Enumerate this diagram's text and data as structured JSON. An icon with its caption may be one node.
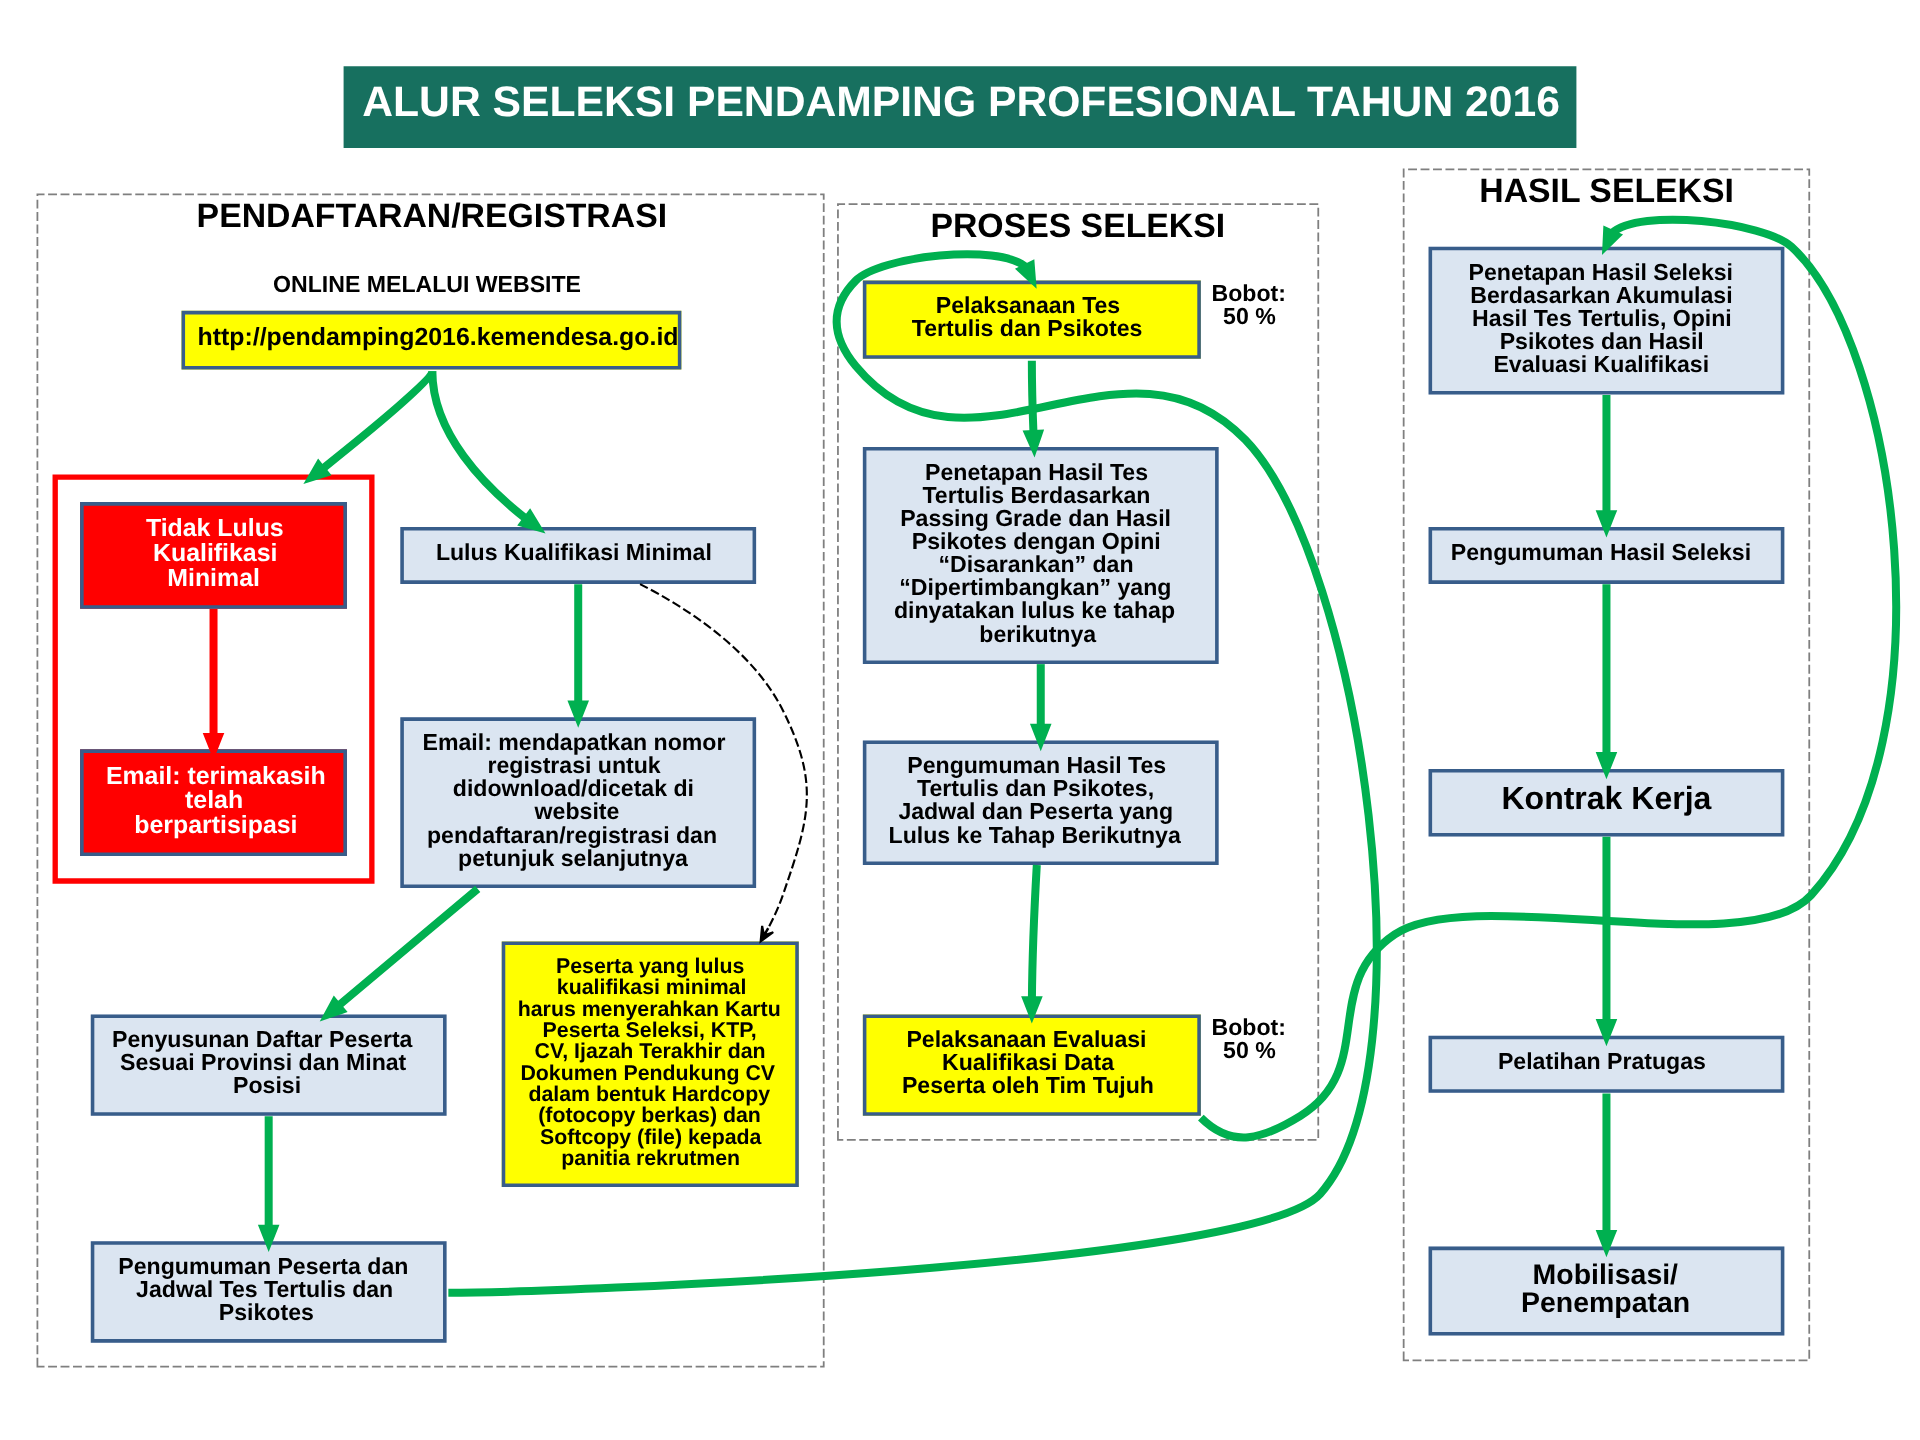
{
  "diagram": {
    "title": "ALUR SELEKSI PENDAMPING PROFESIONAL TAHUN 2016",
    "nodes": [
      {
        "text": [
          "PENDAFTARAN/REGISTRASI"
        ]
      },
      {
        "text": [
          "ONLINE MELALUI WEBSITE",
          "http://pendamping2016.kemendesa.go.id"
        ],
        "in": 0
      },
      {
        "text": [],
        "shape": "box",
        "in": 0
      },
      {
        "text": [
          "Tidak Lulus Kualifikasi Minimal"
        ],
        "in": 2
      },
      {
        "text": [
          "Email: terimakasih telah berpartisipasi"
        ],
        "in": 2
      },
      {
        "text": [
          "Lulus Kualifikasi Minimal"
        ],
        "in": 0
      },
      {
        "text": [
          "Email: mendapatkan nomor registrasi untuk didownload/dicetak di website pendaftaran/registrasi dan petunjuk selanjutnya"
        ],
        "in": 0
      },
      {
        "text": [
          "Penyusunan Daftar Peserta Sesuai Provinsi dan Minat Posisi"
        ],
        "in": 0
      },
      {
        "text": [
          "Pengumuman Peserta dan Jadwal Tes Tertulis dan Psikotes"
        ],
        "in": 0
      },
      {
        "text": [
          "Peserta yang lulus kualifikasi minimal harus menyerahkan Kartu Peserta Seleksi, KTP, CV, Ijazah Terakhir dan Dokumen Pendukung CV dalam bentuk Hardcopy (fotocopy berkas) dan Softcopy (file) kepada panitia rekrutmen"
        ],
        "in": 0
      },
      {
        "text": [
          "PROSES SELEKSI"
        ]
      },
      {
        "text": [
          "Pelaksanaan Tes Tertulis dan Psikotes"
        ],
        "beside": [
          "Bobot: 50 %"
        ],
        "in": 10
      },
      {
        "text": [
          "Penetapan Hasil Tes Tertulis Berdasarkan Passing Grade dan Hasil Psikotes dengan Opini “Disarankan” dan “Dipertimbangkan” yang dinyatakan lulus ke tahap berikutnya"
        ],
        "in": 10
      },
      {
        "text": [
          "Pengumuman Hasil Tes Tertulis dan Psikotes, Jadwal dan Peserta yang Lulus ke Tahap Berikutnya"
        ],
        "in": 10
      },
      {
        "text": [
          "Pelaksanaan Evaluasi Kualifikasi Data Peserta oleh Tim Tujuh"
        ],
        "beside": [
          "Bobot: 50 %"
        ],
        "in": 10
      },
      {
        "text": [
          "HASIL SELEKSI"
        ]
      },
      {
        "text": [
          "Penetapan Hasil Seleksi Berdasarkan Akumulasi Hasil Tes Tertulis, Opini Psikotes dan Hasil Evaluasi Kualifikasi"
        ],
        "in": 15
      },
      {
        "text": [
          "Pengumuman Hasil Seleksi"
        ],
        "in": 15
      },
      {
        "text": [
          "Kontrak Kerja"
        ],
        "in": 15
      },
      {
        "text": [
          "Pelatihan Pratugas"
        ],
        "in": 15
      },
      {
        "text": [
          "Mobilisasi/ Penempatan"
        ],
        "in": 15
      }
    ],
    "edges": [
      {
        "from": 1,
        "to": 2,
        "arrow": "to"
      },
      {
        "from": 1,
        "to": 5,
        "arrow": "to"
      },
      {
        "from": 3,
        "to": 4,
        "arrow": "to",
        "color": "#ff0000"
      },
      {
        "from": 5,
        "to": 6,
        "arrow": "to"
      },
      {
        "from": 6,
        "to": 7,
        "arrow": "to"
      },
      {
        "from": 7,
        "to": 8,
        "arrow": "to"
      },
      {
        "from": 5,
        "to": 9,
        "arrow": "to",
        "style": "dashed",
        "color": "#000000"
      },
      {
        "from": 8,
        "to": 11,
        "arrow": "to"
      },
      {
        "from": 11,
        "to": 12,
        "arrow": "to"
      },
      {
        "from": 12,
        "to": 13,
        "arrow": "to"
      },
      {
        "from": 13,
        "to": 14,
        "arrow": "to"
      },
      {
        "from": 14,
        "to": 16,
        "arrow": "to"
      },
      {
        "from": 16,
        "to": 17,
        "arrow": "to"
      },
      {
        "from": 17,
        "to": 18,
        "arrow": "to"
      },
      {
        "from": 18,
        "to": 19,
        "arrow": "to"
      },
      {
        "from": 19,
        "to": 20,
        "arrow": "to"
      }
    ]
  }
}
